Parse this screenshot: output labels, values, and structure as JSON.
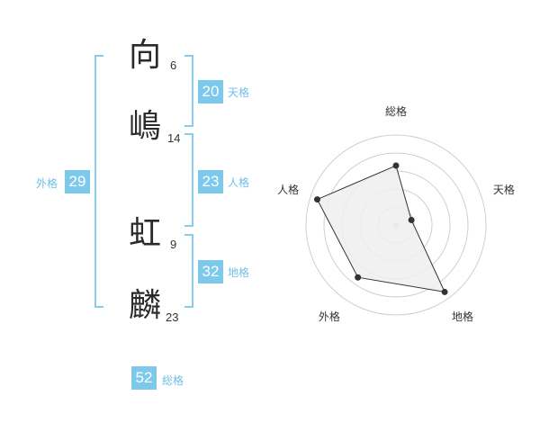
{
  "name": {
    "chars": [
      {
        "char": "向",
        "strokes": "6"
      },
      {
        "char": "嶋",
        "strokes": "14"
      },
      {
        "char": "虹",
        "strokes": "9"
      },
      {
        "char": "麟",
        "strokes": "23"
      }
    ]
  },
  "kaku": {
    "ten": {
      "value": "20",
      "label": "天格"
    },
    "jin": {
      "value": "23",
      "label": "人格"
    },
    "chi": {
      "value": "32",
      "label": "地格"
    },
    "gai": {
      "value": "29",
      "label": "外格"
    },
    "sou": {
      "value": "52",
      "label": "総格"
    }
  },
  "colors": {
    "accent": "#7cc9ec",
    "bracket": "#86cdef",
    "label": "#6fbfe6",
    "radar_fill": "#eeeeee",
    "radar_line": "#333333"
  },
  "chart_data": {
    "type": "radar",
    "axes": [
      "総格",
      "天格",
      "地格",
      "外格",
      "人格"
    ],
    "values": [
      3.3,
      0.9,
      4.6,
      3.6,
      4.6
    ],
    "rmax": 5,
    "rings": 5
  }
}
